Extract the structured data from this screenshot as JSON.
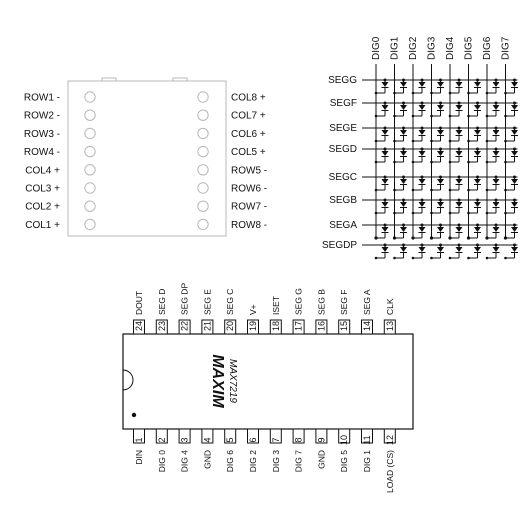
{
  "module": {
    "left_labels": [
      "ROW1 -",
      "ROW2 -",
      "ROW3 -",
      "ROW4 -",
      "COL4 +",
      "COL3 +",
      "COL2 +",
      "COL1 +"
    ],
    "right_labels": [
      "COL8 +",
      "COL7 +",
      "COL6 +",
      "COL5 +",
      "ROW5 -",
      "ROW6 -",
      "ROW7 -",
      "ROW8 -"
    ]
  },
  "matrix": {
    "digit_labels": [
      "DIG0",
      "DIG1",
      "DIG2",
      "DIG3",
      "DIG4",
      "DIG5",
      "DIG6",
      "DIG7"
    ],
    "segment_labels": [
      "SEGG",
      "SEGF",
      "SEGE",
      "SEGD",
      "SEGC",
      "SEGB",
      "SEGA",
      "SEGDP"
    ]
  },
  "chip": {
    "logo": "MAXIM",
    "part": "MAX7219",
    "top_pins": [
      {
        "num": "24",
        "label": "DOUT"
      },
      {
        "num": "23",
        "label": "SEG D"
      },
      {
        "num": "22",
        "label": "SEG DP"
      },
      {
        "num": "21",
        "label": "SEG E"
      },
      {
        "num": "20",
        "label": "SEG C"
      },
      {
        "num": "19",
        "label": "V+"
      },
      {
        "num": "18",
        "label": "ISET"
      },
      {
        "num": "17",
        "label": "SEG G"
      },
      {
        "num": "16",
        "label": "SEG B"
      },
      {
        "num": "15",
        "label": "SEG F"
      },
      {
        "num": "14",
        "label": "SEG A"
      },
      {
        "num": "13",
        "label": "CLK"
      }
    ],
    "bottom_pins": [
      {
        "num": "1",
        "label": "DIN"
      },
      {
        "num": "2",
        "label": "DIG 0"
      },
      {
        "num": "3",
        "label": "DIG 4"
      },
      {
        "num": "4",
        "label": "GND"
      },
      {
        "num": "5",
        "label": "DIG 6"
      },
      {
        "num": "6",
        "label": "DIG 2"
      },
      {
        "num": "7",
        "label": "DIG 3"
      },
      {
        "num": "8",
        "label": "DIG 7"
      },
      {
        "num": "9",
        "label": "GND"
      },
      {
        "num": "10",
        "label": "DIG 5"
      },
      {
        "num": "11",
        "label": "DIG 1"
      },
      {
        "num": "12",
        "label": "LOAD (CS)"
      }
    ]
  }
}
